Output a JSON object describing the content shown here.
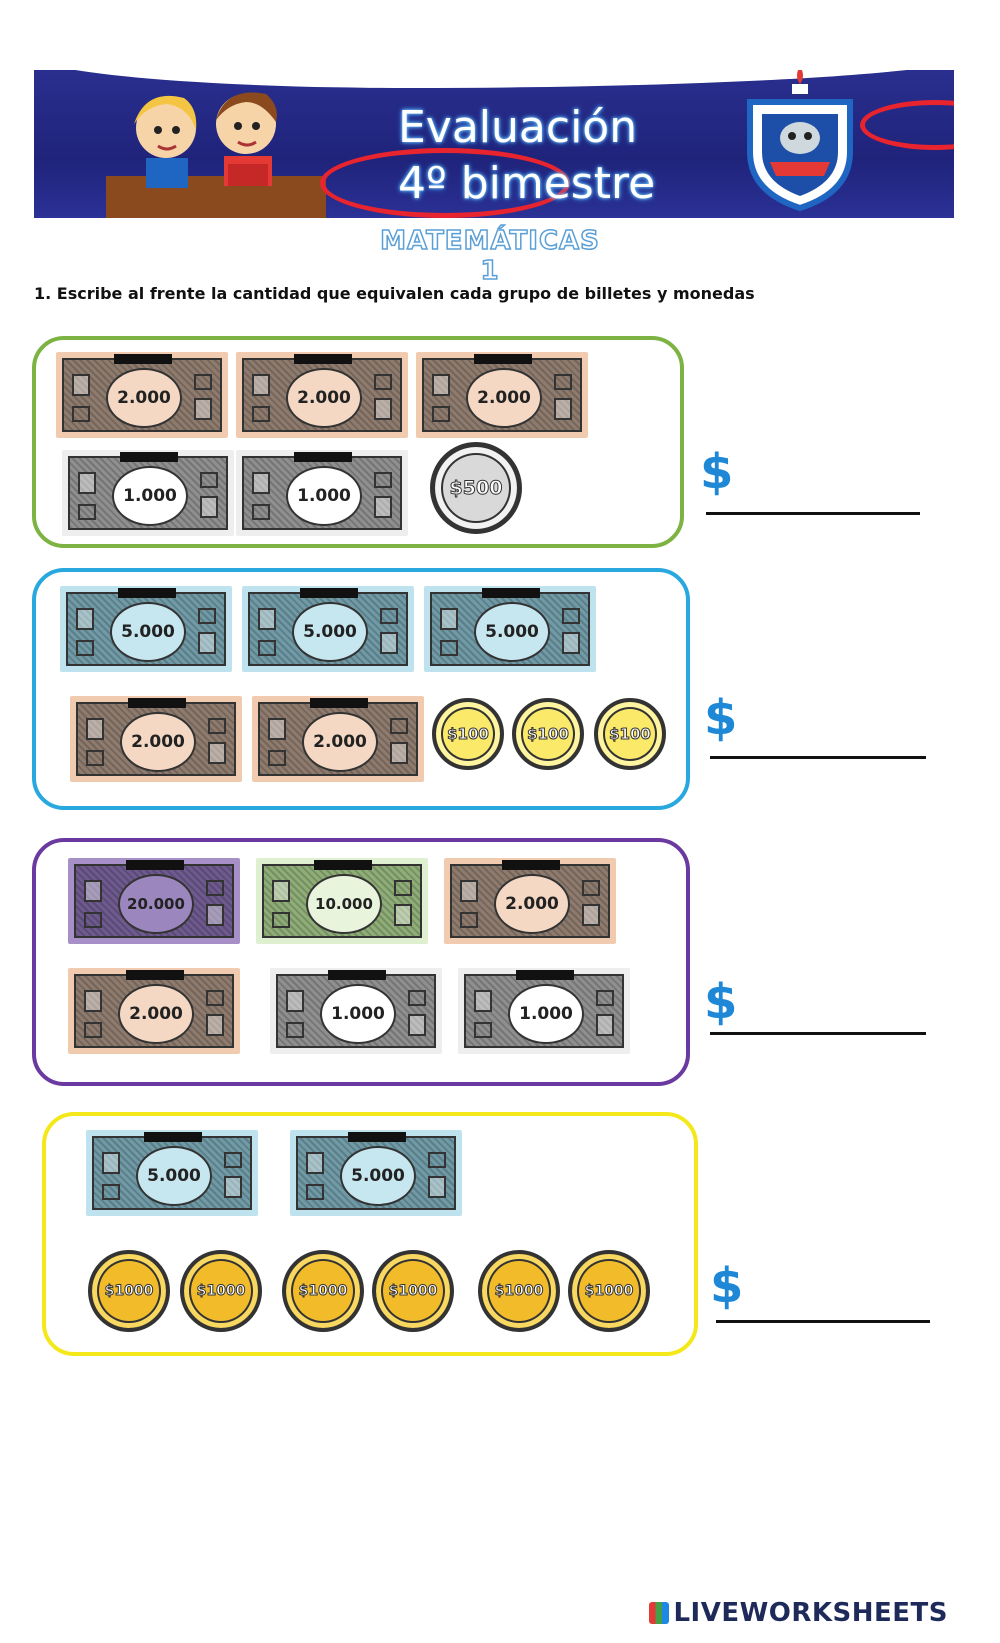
{
  "header": {
    "title": "Evaluación",
    "subtitle": "4º bimestre",
    "subject": "MATEMÁTICAS 1"
  },
  "instruction": "1.   Escribe al frente la cantidad que equivalen cada grupo de billetes y monedas",
  "colors": {
    "banner": "#2a2f8f",
    "group1_border": "#7cb342",
    "group2_border": "#29a8e0",
    "group3_border": "#6a3aa0",
    "group4_border": "#f4e81a",
    "dollar": "#1e88d6"
  },
  "groups": [
    {
      "notes": [
        "2.000",
        "2.000",
        "2.000",
        "1.000",
        "1.000"
      ],
      "coins": [
        "$500"
      ],
      "currency_symbol": "$",
      "answer": ""
    },
    {
      "notes": [
        "5.000",
        "5.000",
        "5.000",
        "2.000",
        "2.000"
      ],
      "coins": [
        "$100",
        "$100",
        "$100"
      ],
      "currency_symbol": "$",
      "answer": ""
    },
    {
      "notes": [
        "20.000",
        "10.000",
        "2.000",
        "2.000",
        "1.000",
        "1.000"
      ],
      "coins": [],
      "currency_symbol": "$",
      "answer": ""
    },
    {
      "notes": [
        "5.000",
        "5.000"
      ],
      "coins": [
        "$1000",
        "$1000",
        "$1000",
        "$1000",
        "$1000",
        "$1000"
      ],
      "currency_symbol": "$",
      "answer": ""
    }
  ],
  "footer": "LIVEWORKSHEETS"
}
